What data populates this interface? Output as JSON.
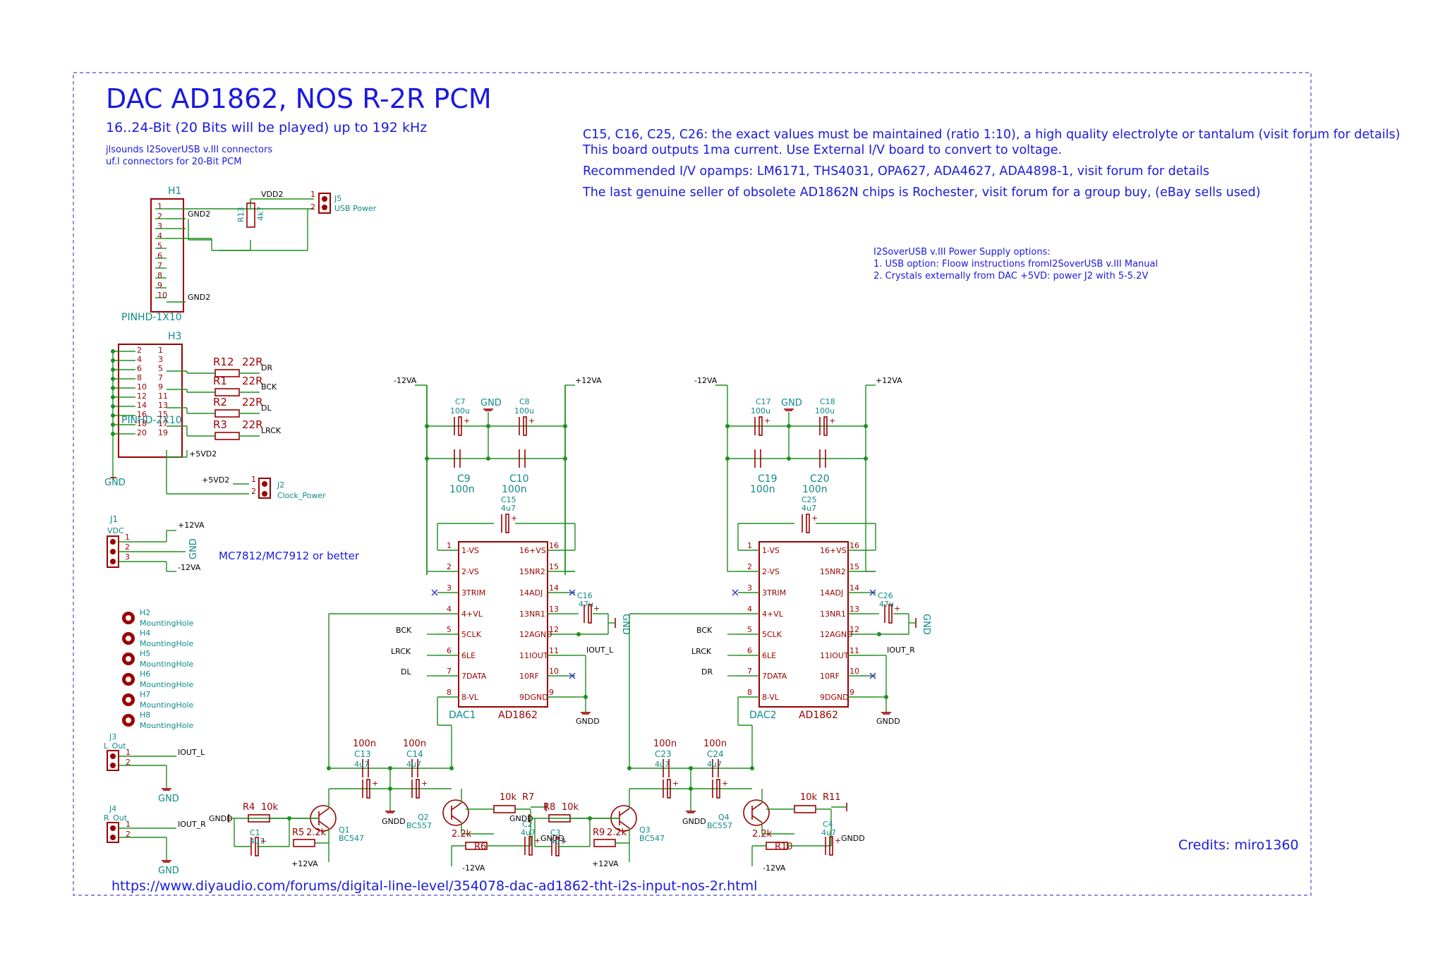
{
  "header": {
    "title": "DAC AD1862, NOS R-2R PCM",
    "subtitle": "16..24-Bit (20 Bits will be played) up to 192 kHz",
    "notes_small": [
      "jlsounds I2SoverUSB v.III connectors",
      "uf.l connectors for 20-Bit PCM"
    ]
  },
  "notes": {
    "top": [
      "C15, C16, C25, C26: the exact values must be maintained (ratio 1:10), a high quality electrolyte or tantalum (visit forum for details)",
      "This board outputs 1ma current. Use External I/V board to convert to voltage.",
      "Recommended I/V opamps: LM6171, THS4031, OPA627, ADA4627, ADA4898-1, visit forum for details",
      "The last genuine seller of obsolete AD1862N chips is Rochester, visit forum for a group buy, (eBay sells used)"
    ],
    "power_options": [
      "I2SoverUSB v.III Power Supply options:",
      "1. USB option: Floow instructions fromI2SoverUSB v.III  Manual",
      "2. Crystals externally from DAC +5VD: power J2 with 5-5.2V"
    ],
    "regulator": "MC7812/MC7912 or better",
    "link": "https://www.diyaudio.com/forums/digital-line-level/354078-dac-ad1862-tht-i2s-input-nos-2r.html",
    "credits": "Credits: miro1360"
  },
  "h1": {
    "ref": "H1",
    "value": "PINHD-1X10",
    "pins": [
      "1",
      "2",
      "3",
      "4",
      "5",
      "6",
      "7",
      "8",
      "9",
      "10"
    ],
    "nets": {
      "vdd2": "VDD2",
      "gnd2a": "GND2",
      "gnd2b": "GND2"
    },
    "r13_ref": "R13",
    "r13_val": "4k7",
    "j5_ref": "J5",
    "j5_val": "USB Power",
    "j5_pins": [
      "1",
      "2"
    ]
  },
  "h3": {
    "ref": "H3",
    "value": "PINHD-2X10",
    "left_pins": [
      "2",
      "4",
      "6",
      "8",
      "10",
      "12",
      "14",
      "16",
      "18",
      "20"
    ],
    "right_pins": [
      "1",
      "3",
      "5",
      "7",
      "9",
      "11",
      "13",
      "15",
      "17",
      "19"
    ],
    "resistors": [
      {
        "ref": "R12",
        "val": "22R",
        "net": "DR"
      },
      {
        "ref": "R1",
        "val": "22R",
        "net": "BCK"
      },
      {
        "ref": "R2",
        "val": "22R",
        "net": "DL"
      },
      {
        "ref": "R3",
        "val": "22R",
        "net": "LRCK"
      }
    ],
    "net_5v": "+5VD2",
    "gnd": "GND",
    "j2_ref": "J2",
    "j2_val": "Clock_Power",
    "j2_net": "+5VD2",
    "j2_pins": [
      "1",
      "2"
    ]
  },
  "j1": {
    "ref": "J1",
    "val": "VDC",
    "pins": [
      "1",
      "2",
      "3"
    ],
    "nets": [
      "+12VA",
      "GND",
      "-12VA"
    ]
  },
  "mounting": [
    {
      "ref": "H2",
      "val": "MountingHole"
    },
    {
      "ref": "H4",
      "val": "MountingHole"
    },
    {
      "ref": "H5",
      "val": "MountingHole"
    },
    {
      "ref": "H6",
      "val": "MountingHole"
    },
    {
      "ref": "H7",
      "val": "MountingHole"
    },
    {
      "ref": "H8",
      "val": "MountingHole"
    }
  ],
  "outputs": [
    {
      "ref": "J3",
      "val": "L_Out",
      "net": "IOUT_L",
      "gnd": "GND",
      "pins": [
        "1",
        "2"
      ]
    },
    {
      "ref": "J4",
      "val": "R_Out",
      "net": "IOUT_R",
      "gnd": "GND",
      "pins": [
        "1",
        "2"
      ]
    }
  ],
  "dacs": [
    {
      "ref": "DAC1",
      "part": "AD1862",
      "left_pins": [
        [
          "1",
          "1-VS"
        ],
        [
          "2",
          "2-VS"
        ],
        [
          "3",
          "3TRIM"
        ],
        [
          "4",
          "4+VL"
        ],
        [
          "5",
          "5CLK"
        ],
        [
          "6",
          "6LE"
        ],
        [
          "7",
          "7DATA"
        ],
        [
          "8",
          "8-VL"
        ]
      ],
      "right_pins": [
        [
          "16",
          "16+VS"
        ],
        [
          "15",
          "15NR2"
        ],
        [
          "14",
          "14ADJ"
        ],
        [
          "13",
          "13NR1"
        ],
        [
          "12",
          "12AGND"
        ],
        [
          "11",
          "11IOUT"
        ],
        [
          "10",
          "10RF"
        ],
        [
          "9",
          "9DGND"
        ]
      ],
      "inputs": [
        "BCK",
        "LRCK",
        "DL"
      ],
      "iout": "IOUT_L",
      "neg": "-12VA",
      "pos": "+12VA",
      "gnd": "GND",
      "gndd": "GNDD",
      "caps": [
        {
          "ref": "C7",
          "val": "100u"
        },
        {
          "ref": "C8",
          "val": "100u"
        },
        {
          "ref": "C9",
          "val": "100n"
        },
        {
          "ref": "C10",
          "val": "100n"
        },
        {
          "ref": "C15",
          "val": "4u7"
        },
        {
          "ref": "C16",
          "val": "47u"
        }
      ],
      "reg_caps": [
        {
          "ref": "C13",
          "val": "100n",
          "sub": "4u7"
        },
        {
          "ref": "C14",
          "val": "100n",
          "sub": "4u7"
        }
      ],
      "q_npn": {
        "ref": "Q1",
        "part": "BC547"
      },
      "q_pnp": {
        "ref": "Q2",
        "part": "BC557"
      },
      "r_a": {
        "ref": "R4",
        "val": "10k"
      },
      "r_b": {
        "ref": "R5",
        "val": "2.2k"
      },
      "r_c": {
        "ref": "R7",
        "val": "10k"
      },
      "r_d": {
        "ref": "R6",
        "val": "2.2k"
      },
      "c_a": {
        "ref": "C1",
        "val": "4u7"
      },
      "c_b": {
        "ref": "C2",
        "val": "4u7"
      },
      "rail_pos": "+12VA",
      "rail_neg": "-12VA",
      "gnd_label": "GNDD"
    },
    {
      "ref": "DAC2",
      "part": "AD1862",
      "left_pins": [
        [
          "1",
          "1-VS"
        ],
        [
          "2",
          "2-VS"
        ],
        [
          "3",
          "3TRIM"
        ],
        [
          "4",
          "4+VL"
        ],
        [
          "5",
          "5CLK"
        ],
        [
          "6",
          "6LE"
        ],
        [
          "7",
          "7DATA"
        ],
        [
          "8",
          "8-VL"
        ]
      ],
      "right_pins": [
        [
          "16",
          "16+VS"
        ],
        [
          "15",
          "15NR2"
        ],
        [
          "14",
          "14ADJ"
        ],
        [
          "13",
          "13NR1"
        ],
        [
          "12",
          "12AGND"
        ],
        [
          "11",
          "11IOUT"
        ],
        [
          "10",
          "10RF"
        ],
        [
          "9",
          "9DGND"
        ]
      ],
      "inputs": [
        "BCK",
        "LRCK",
        "DR"
      ],
      "iout": "IOUT_R",
      "neg": "-12VA",
      "pos": "+12VA",
      "gnd": "GND",
      "gndd": "GNDD",
      "caps": [
        {
          "ref": "C17",
          "val": "100u"
        },
        {
          "ref": "C18",
          "val": "100u"
        },
        {
          "ref": "C19",
          "val": "100n"
        },
        {
          "ref": "C20",
          "val": "100n"
        },
        {
          "ref": "C25",
          "val": "4u7"
        },
        {
          "ref": "C26",
          "val": "47u"
        }
      ],
      "reg_caps": [
        {
          "ref": "C23",
          "val": "100n",
          "sub": "4u7"
        },
        {
          "ref": "C24",
          "val": "100n",
          "sub": "4u7"
        }
      ],
      "q_npn": {
        "ref": "Q3",
        "part": "BC547"
      },
      "q_pnp": {
        "ref": "Q4",
        "part": "BC557"
      },
      "r_a": {
        "ref": "R8",
        "val": "10k"
      },
      "r_b": {
        "ref": "R9",
        "val": "2.2k"
      },
      "r_c": {
        "ref": "R11",
        "val": "10k"
      },
      "r_d": {
        "ref": "R10",
        "val": "2.2k"
      },
      "c_a": {
        "ref": "C3",
        "val": "4u7"
      },
      "c_b": {
        "ref": "C4",
        "val": "4u7"
      },
      "rail_pos": "+12VA",
      "rail_neg": "-12VA",
      "gnd_label": "GNDD"
    }
  ],
  "colors": {
    "wire": "#1f8f1f",
    "component": "#9a0000",
    "text": "#1a1adf",
    "ref": "#108a8a"
  }
}
